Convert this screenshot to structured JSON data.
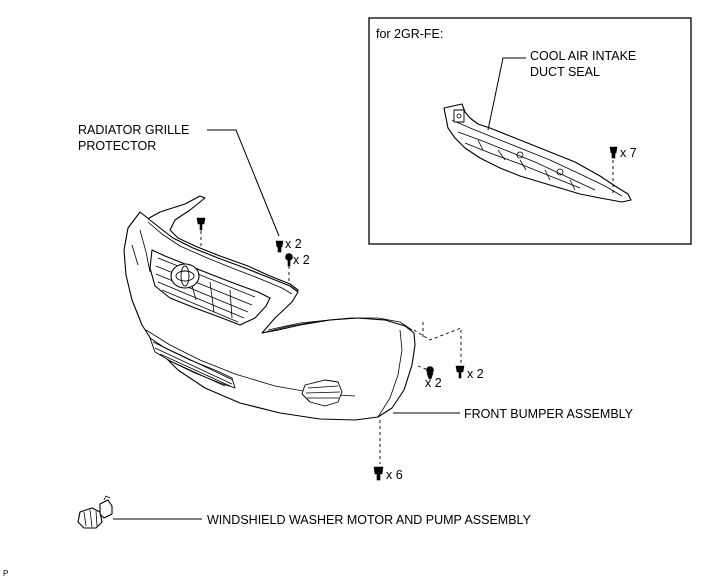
{
  "inset": {
    "title": "for 2GR-FE:",
    "duct_label_line1": "COOL AIR INTAKE",
    "duct_label_line2": "DUCT SEAL",
    "duct_qty": "x 7"
  },
  "grille_protector": {
    "label_line1": "RADIATOR GRILLE",
    "label_line2": "PROTECTOR",
    "qty_clips": "x 2",
    "qty_screws": "x 2"
  },
  "bumper": {
    "label": "FRONT BUMPER ASSEMBLY",
    "qty_side_screws": "x 2",
    "qty_side_clips": "x 2",
    "qty_bottom_clips": "x 6"
  },
  "washer": {
    "label": "WINDSHIELD WASHER MOTOR AND PUMP ASSEMBLY"
  },
  "corner_code": "P"
}
